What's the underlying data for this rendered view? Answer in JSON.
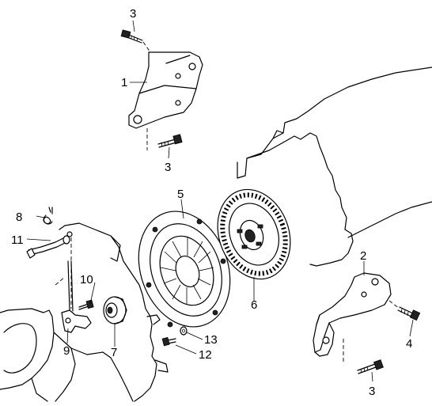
{
  "callouts": {
    "c1": "1",
    "c2": "2",
    "c3a": "3",
    "c3b": "3",
    "c3c": "3",
    "c4": "4",
    "c5": "5",
    "c6": "6",
    "c7": "7",
    "c8": "8",
    "c9": "9",
    "c10": "10",
    "c11": "11",
    "c12": "12",
    "c13": "13"
  },
  "colors": {
    "line": "#000000",
    "background": "#ffffff"
  }
}
